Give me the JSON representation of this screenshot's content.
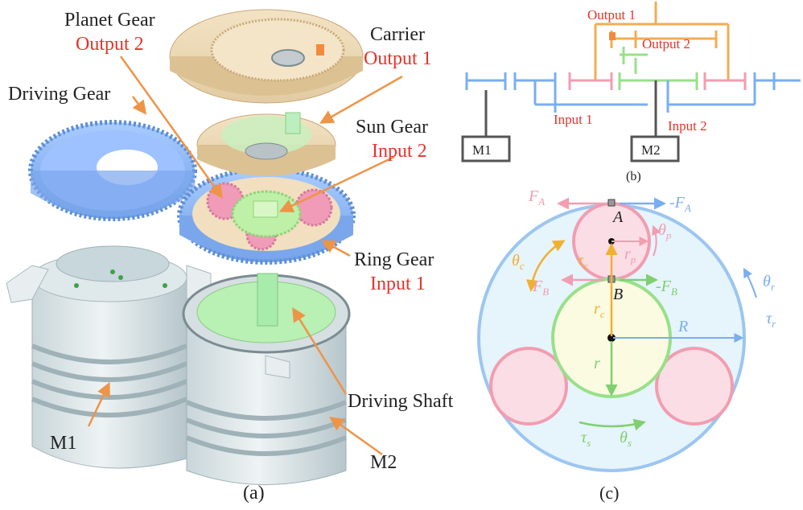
{
  "panel_a": {
    "caption": "(a)",
    "labels": {
      "planet_gear": "Planet Gear",
      "planet_gear_role": "Output 2",
      "carrier": "Carrier",
      "carrier_role": "Output 1",
      "driving_gear": "Driving Gear",
      "sun_gear": "Sun Gear",
      "sun_gear_role": "Input 2",
      "ring_gear": "Ring Gear",
      "ring_gear_role": "Input 1",
      "driving_shaft": "Driving Shaft",
      "m1": "M1",
      "m2": "M2"
    }
  },
  "panel_b": {
    "caption": "(b)",
    "output1": "Output 1",
    "output2": "Output 2",
    "input1": "Input 1",
    "input2": "Input 2",
    "m1": "M1",
    "m2": "M2"
  },
  "panel_c": {
    "caption": "(c)",
    "symbols": {
      "fa": "F",
      "fa_sub": "A",
      "neg_fa": "-F",
      "neg_fa_sub": "A",
      "fb": "F",
      "fb_sub": "B",
      "neg_fb": "-F",
      "neg_fb_sub": "B",
      "point_a": "A",
      "point_b": "B",
      "theta_p": "θ",
      "theta_p_sub": "p",
      "r_p": "r",
      "r_p_sub": "p",
      "tau_c": "τ",
      "tau_c_sub": "c",
      "theta_c": "θ",
      "theta_c_sub": "c",
      "r_c": "r",
      "r_c_sub": "c",
      "r": "r",
      "R": "R",
      "theta_r": "θ",
      "theta_r_sub": "r",
      "tau_r": "τ",
      "tau_r_sub": "r",
      "tau_s": "τ",
      "tau_s_sub": "s",
      "theta_s": "θ",
      "theta_s_sub": "s"
    }
  },
  "colors": {
    "label_red": "#e8322a",
    "orange": "#f0a040",
    "blue": "#7aaef0",
    "pink": "#f29db0",
    "green": "#98e08a",
    "ring_fill": "#e6f4fb",
    "planet_fill": "#fbdde5",
    "sun_fill": "#fafbe0"
  }
}
